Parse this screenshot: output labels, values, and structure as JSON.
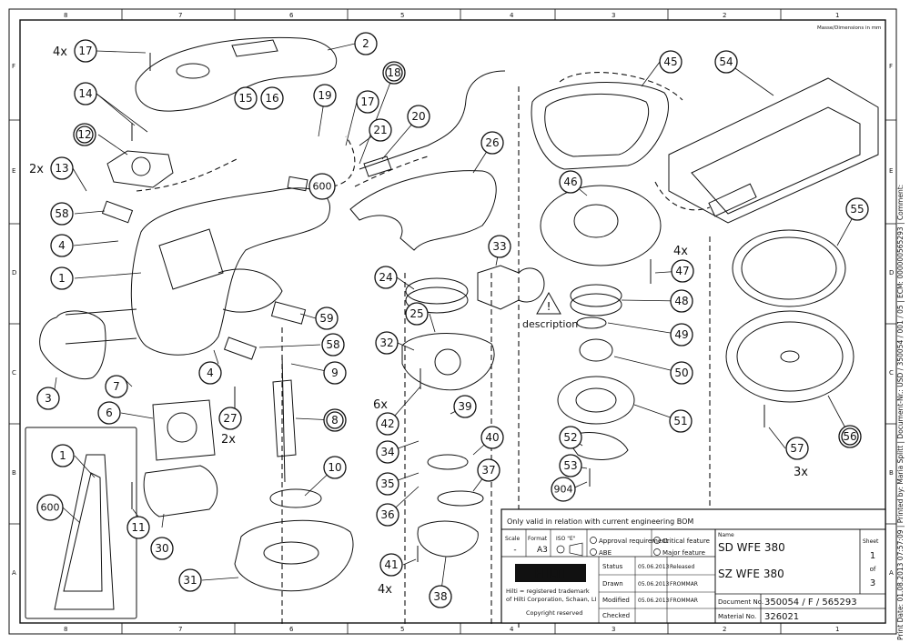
{
  "frame": {
    "columns": [
      "8",
      "7",
      "6",
      "5",
      "4",
      "3",
      "2",
      "1"
    ],
    "rows": [
      "F",
      "E",
      "D",
      "C",
      "B",
      "A"
    ],
    "dimensions_note": "Masse/Dimensions in mm",
    "side_text": "Print Date: 01.08.2013 07:57:09 | Printed by: Maria Splitt | Document-Nr.: USD / 350054 / 001 / 05 | ECM: 000000565293 | Comment:"
  },
  "callouts": {
    "c1": "1",
    "c2": "2",
    "c3": "3",
    "c4a": "4",
    "c4b": "4",
    "c6": "6",
    "c7": "7",
    "c8": "8",
    "c9": "9",
    "c10": "10",
    "c11": "11",
    "c12": "12",
    "c13": "13",
    "c14": "14",
    "c15": "15",
    "c16": "16",
    "c17a": "17",
    "c17b": "17",
    "c18": "18",
    "c19": "19",
    "c20": "20",
    "c21": "21",
    "c24": "24",
    "c25": "25",
    "c26": "26",
    "c27": "27",
    "c30": "30",
    "c31": "31",
    "c32": "32",
    "c33": "33",
    "c34": "34",
    "c35": "35",
    "c36": "36",
    "c37": "37",
    "c38": "38",
    "c39": "39",
    "c40": "40",
    "c41": "41",
    "c42": "42",
    "c45": "45",
    "c46": "46",
    "c47": "47",
    "c48": "48",
    "c49": "49",
    "c50": "50",
    "c51": "51",
    "c52": "52",
    "c53": "53",
    "c54": "54",
    "c55": "55",
    "c56": "56",
    "c57": "57",
    "c58a": "58",
    "c58b": "58",
    "c59": "59",
    "c600a": "600",
    "c600b": "600",
    "c904": "904",
    "c1b": "1"
  },
  "quantities": {
    "q17": "4x",
    "q13": "2x",
    "q27": "2x",
    "q42": "6x",
    "q41": "4x",
    "q47": "4x",
    "q57": "3x"
  },
  "labels": {
    "description": "description"
  },
  "title_block": {
    "note": "Only valid in relation with current engineering BOM",
    "scale_label": "Scale",
    "scale_value": "-",
    "format_label": "Format",
    "format_value": "A3",
    "iso_label": "ISO \"E\"",
    "approval": "Approval requirement",
    "critical": "Critical feature",
    "abe": "ABE",
    "major": "Major feature",
    "name_label": "Name",
    "name1": "SD  WFE  380",
    "name2": "SZ  WFE  380",
    "sheet_label": "Sheet",
    "sheet_num": "1",
    "of_label": "of",
    "sheet_total": "3",
    "brand": "HILTI",
    "trademark1": "Hilti = registered trademark",
    "trademark2": "of Hilti Corporation, Schaan, LI",
    "copyright": "Copyright reserved",
    "status_label": "Status",
    "status_date": "05.06.2013",
    "status_value": "Released",
    "drawn_label": "Drawn",
    "drawn_date": "05.06.2013",
    "drawn_by": "FROMMAR",
    "modified_label": "Modified",
    "modified_date": "05.06.2013",
    "modified_by": "FROMMAR",
    "checked_label": "Checked",
    "docno_label": "Document No.",
    "docno_value": "350054  /  F  /  565293",
    "matno_label": "Material No.",
    "matno_value": "326021"
  }
}
